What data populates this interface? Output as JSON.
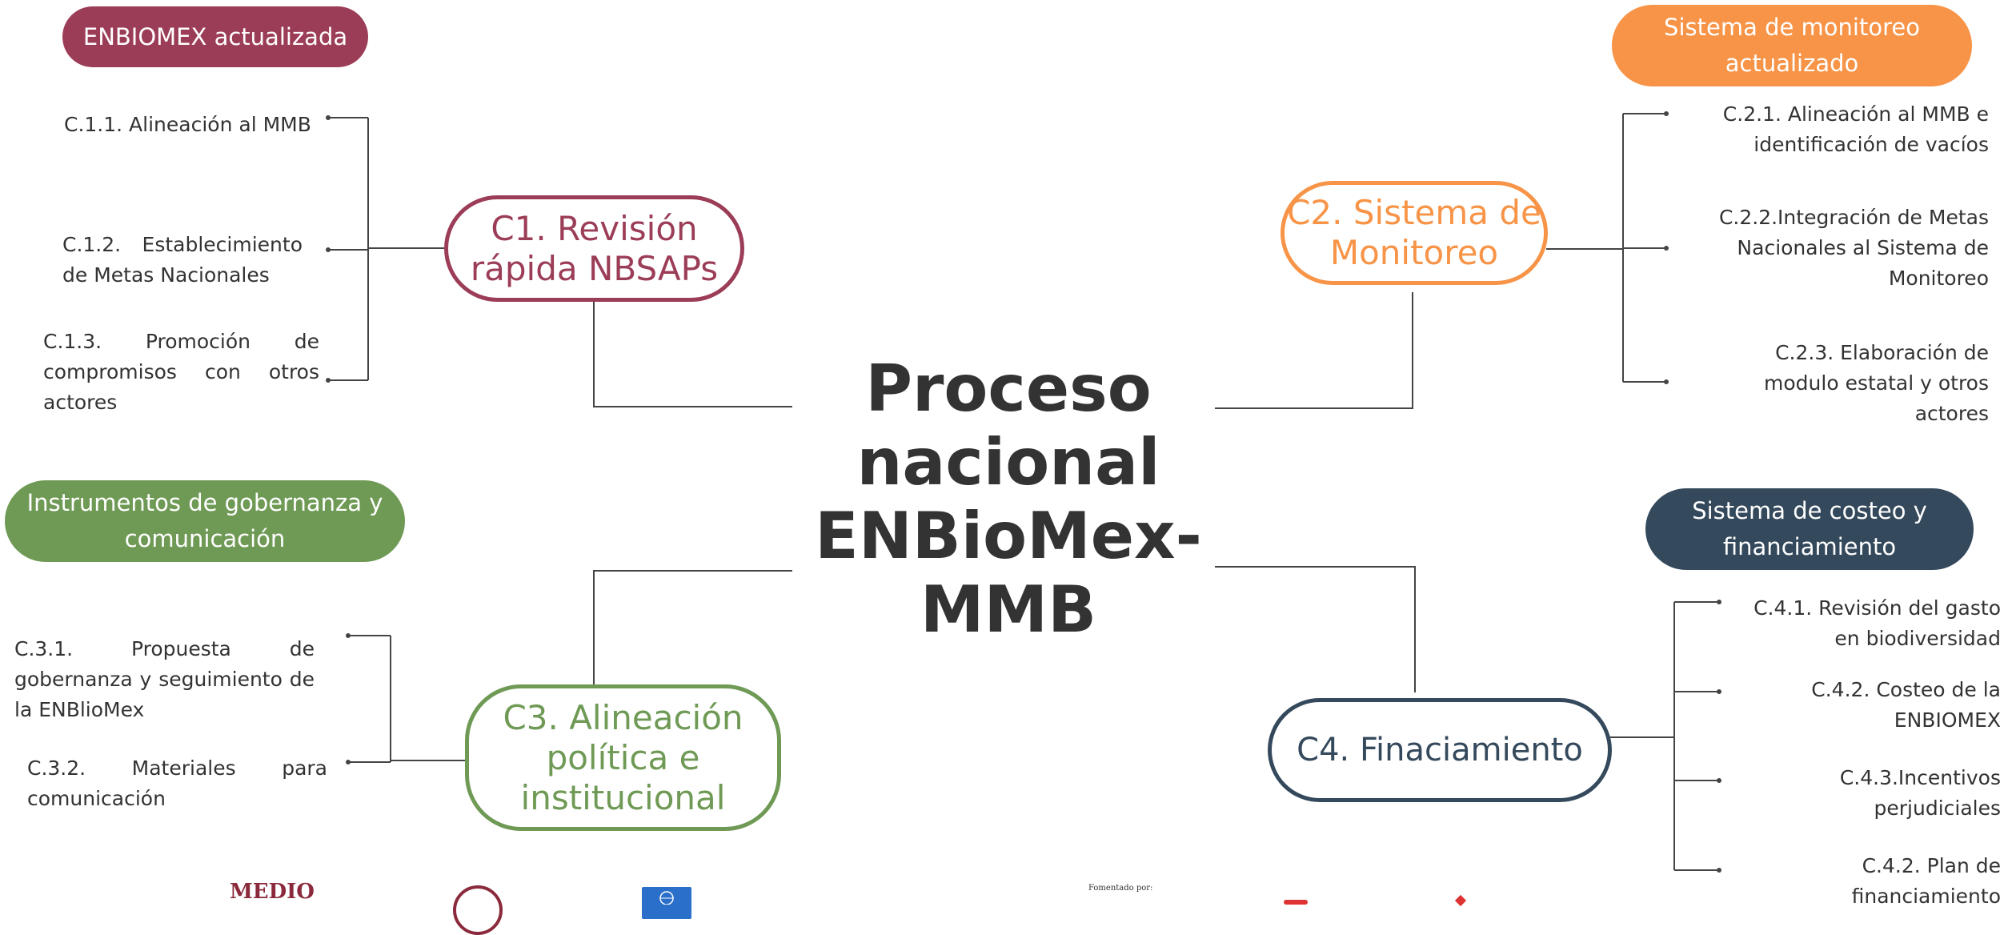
{
  "center": {
    "title": "Proceso\nnacional\nENBioMex-\nMMB"
  },
  "components": {
    "c1": {
      "title": "C1. Revisión\nrápida NBSAPs",
      "header": "ENBIOMEX actualizada",
      "color": "#9c3d57",
      "items": [
        "C.1.1. Alineación al MMB",
        "C.1.2. Establecimiento de Metas Nacionales",
        "C.1.3. Promoción de compromisos con otros actores"
      ]
    },
    "c2": {
      "title": "C2. Sistema de\nMonitoreo",
      "header": "Sistema de monitoreo\nactualizado",
      "color": "#f79447",
      "items": [
        "C.2.1. Alineación al MMB e identificación de vacíos",
        "C.2.2.Integración de Metas Nacionales al Sistema de Monitoreo",
        "C.2.3. Elaboración de modulo estatal y otros actores"
      ]
    },
    "c3": {
      "title": "C3. Alineación\npolítica e\ninstitucional",
      "header": "Instrumentos de gobernanza y\ncomunicación",
      "color": "#6f9a55",
      "items": [
        "C.3.1. Propuesta de gobernanza y seguimiento de la ENBlioMex",
        "C.3.2. Materiales para comunicación"
      ]
    },
    "c4": {
      "title": "C4. Finaciamiento",
      "header": "Sistema de costeo y\nfinanciamiento",
      "color": "#34495c",
      "items": [
        "C.4.1. Revisión del gasto en biodiversidad",
        "C.4.2. Costeo de la ENBIOMEX",
        "C.4.3.Incentivos perjudiciales",
        "C.4.2. Plan de financiamiento"
      ]
    }
  },
  "footer": {
    "logo_text": "MEDIO",
    "small_text": "Fomentado por:"
  }
}
